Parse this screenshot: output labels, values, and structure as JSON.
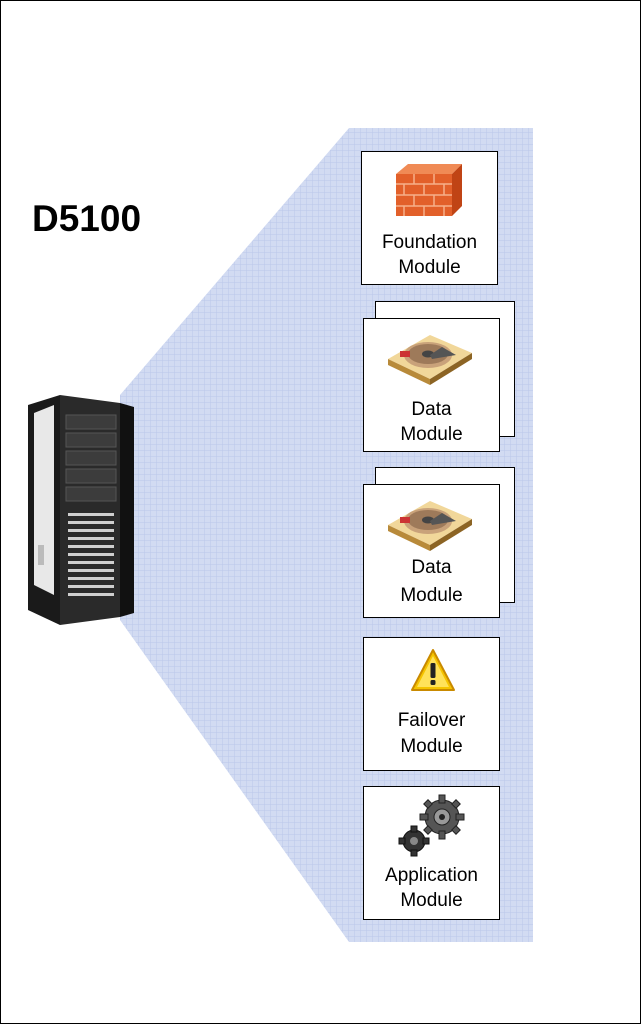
{
  "title": "D5100",
  "colors": {
    "beam": "#c6d2ef",
    "grid": "#aebde4",
    "brick": "#e2602a",
    "warning": "#f5c400"
  },
  "modules": [
    {
      "line1": "Foundation",
      "line2": "Module",
      "icon": "firewall-brick-icon"
    },
    {
      "line1": "Data",
      "line2": "Module",
      "icon": "hard-drive-icon"
    },
    {
      "line1": "Data",
      "line2": "Module",
      "icon": "hard-drive-icon"
    },
    {
      "line1": "Failover",
      "line2": "Module",
      "icon": "warning-icon"
    },
    {
      "line1": "Application",
      "line2": "Module",
      "icon": "gears-icon"
    }
  ]
}
